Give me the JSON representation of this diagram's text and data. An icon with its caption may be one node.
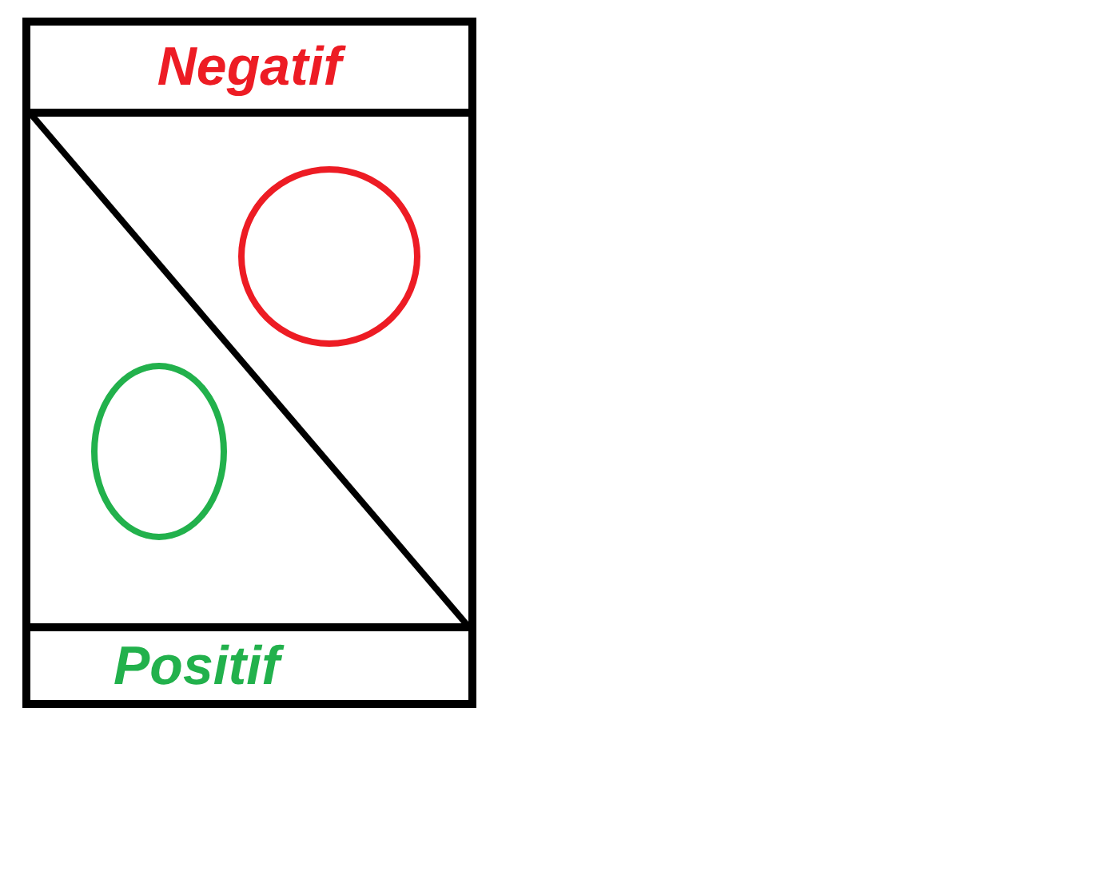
{
  "diagram": {
    "nodes": [
      {
        "text": [],
        "shape": "box"
      },
      {
        "text": [
          "Negatif"
        ],
        "in": 0
      },
      {
        "text": [],
        "shape": "circle",
        "in": 0
      },
      {
        "text": [],
        "shape": "circle",
        "in": 0
      },
      {
        "text": [
          "Positif"
        ],
        "in": 0
      }
    ],
    "edges": []
  }
}
